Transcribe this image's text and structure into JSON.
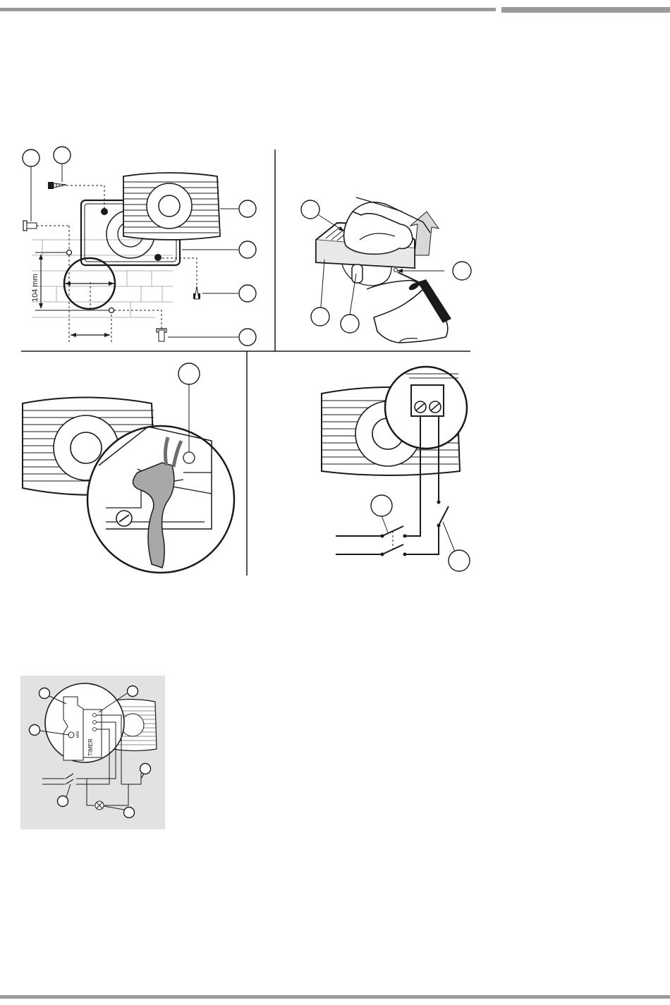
{
  "figure1": {
    "dimension_label": "104 mm"
  },
  "figure5": {
    "timer_label": "TIMER",
    "min_label": "MIN"
  }
}
